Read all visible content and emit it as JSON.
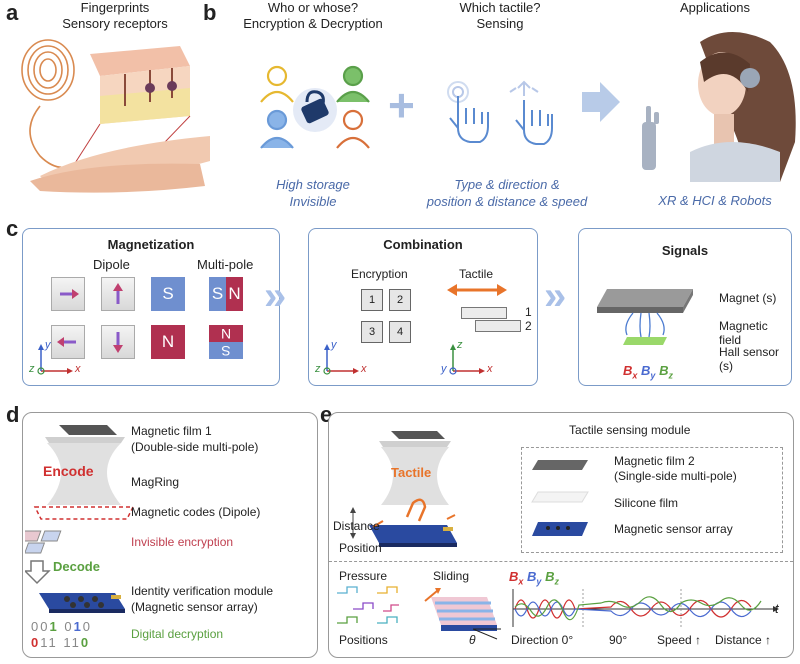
{
  "panel_a": {
    "letter": "a",
    "title_line1": "Fingerprints",
    "title_line2": "Sensory receptors"
  },
  "panel_b": {
    "letter": "b",
    "col1_title1": "Who or whose?",
    "col1_title2": "Encryption & Decryption",
    "col2_title1": "Which tactile?",
    "col2_title2": "Sensing",
    "col3_title": "Applications",
    "col1_caption1": "High storage",
    "col1_caption2": "Invisible",
    "col2_caption1": "Type & direction &",
    "col2_caption2": "position & distance & speed",
    "col3_caption": "XR & HCI & Robots"
  },
  "panel_c": {
    "letter": "c",
    "magnetization": "Magnetization",
    "dipole": "Dipole",
    "multipole": "Multi-pole",
    "S": "S",
    "N": "N",
    "combination": "Combination",
    "encryption": "Encryption",
    "tactile": "Tactile",
    "cells": [
      "1",
      "2",
      "3",
      "4"
    ],
    "strip1": "1",
    "strip2": "2",
    "signals": "Signals",
    "magnet": "Magnet (s)",
    "magnetic_field": "Magnetic field",
    "hall_sensor": "Hall sensor (s)",
    "Bx": "B",
    "By": "B",
    "Bz": "B",
    "sub_x": "x",
    "sub_y": "y",
    "sub_z": "z",
    "axis_x": "x",
    "axis_y": "y",
    "axis_z": "z"
  },
  "panel_d": {
    "letter": "d",
    "film1_line1": "Magnetic film 1",
    "film1_line2": "(Double-side multi-pole)",
    "encode": "Encode",
    "magring": "MagRing",
    "codes": "Magnetic codes (Dipole)",
    "invisible": "Invisible encryption",
    "decode": "Decode",
    "identity_line1": "Identity verification module",
    "identity_line2": "(Magnetic sensor array)",
    "digital": "Digital decryption",
    "bits_row1": [
      "0",
      "0",
      "1",
      "0",
      "1",
      "0"
    ],
    "bits_row2": [
      "0",
      "1",
      "1",
      "1",
      "1",
      "0"
    ]
  },
  "panel_e": {
    "letter": "e",
    "module_title": "Tactile sensing module",
    "tactile": "Tactile",
    "film2_line1": "Magnetic film 2",
    "film2_line2": "(Single-side multi-pole)",
    "silicone": "Silicone film",
    "sensor_array": "Magnetic sensor array",
    "distance": "Distance",
    "position": "Position",
    "pressure": "Pressure",
    "positions": "Positions",
    "sliding": "Sliding",
    "theta": "θ",
    "Bx": "B",
    "By": "B",
    "Bz": "B",
    "sub_x": "x",
    "sub_y": "y",
    "sub_z": "z",
    "t": "t",
    "direction": "Direction 0°",
    "ninety": "90°",
    "speed": "Speed ↑",
    "dist": "Distance ↑"
  },
  "colors": {
    "accent": "#7b9bc8",
    "red": "#d03030",
    "green": "#5aa040",
    "blue": "#4a6ad0",
    "orange": "#e8742a"
  }
}
